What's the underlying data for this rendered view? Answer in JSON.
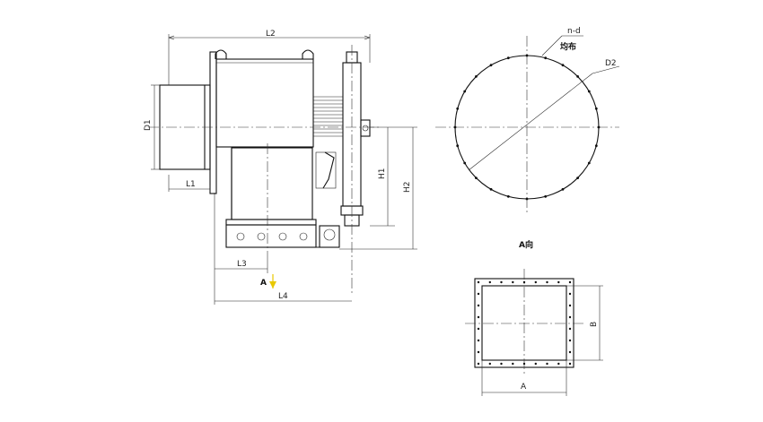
{
  "labels": {
    "l2": "L2",
    "d1": "D1",
    "l1": "L1",
    "h1": "H1",
    "h2": "H2",
    "l3": "L3",
    "l4": "L4",
    "a_arrow": "A",
    "nd": "n-d",
    "uniform": "均布",
    "d2": "D2",
    "a_view": "A向",
    "dim_a": "A",
    "dim_b": "B"
  },
  "colors": {
    "line": "#111111",
    "view_arrow": "#e8c800"
  }
}
